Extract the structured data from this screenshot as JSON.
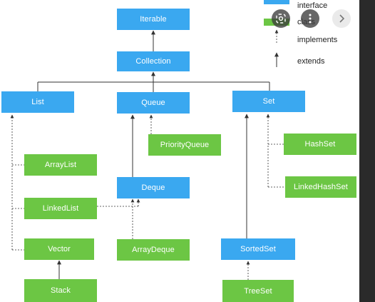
{
  "legend": {
    "interface_label": "interface",
    "class_label": "class",
    "implements_label": "implements",
    "extends_label": "extends",
    "interface_color": "#3aa8f0",
    "class_color": "#6cc644"
  },
  "nodes": {
    "iterable": "Iterable",
    "collection": "Collection",
    "list": "List",
    "queue": "Queue",
    "set": "Set",
    "priority_queue": "PriorityQueue",
    "hash_set": "HashSet",
    "array_list": "ArrayList",
    "linked_hash_set": "LinkedHashSet",
    "deque": "Deque",
    "linked_list": "LinkedList",
    "vector": "Vector",
    "array_deque": "ArrayDeque",
    "sorted_set": "SortedSet",
    "stack": "Stack",
    "tree_set": "TreeSet"
  },
  "overlay": {
    "lens_icon": "lens-icon",
    "more_icon": "more-vertical-icon",
    "next_icon": "chevron-right-icon"
  }
}
